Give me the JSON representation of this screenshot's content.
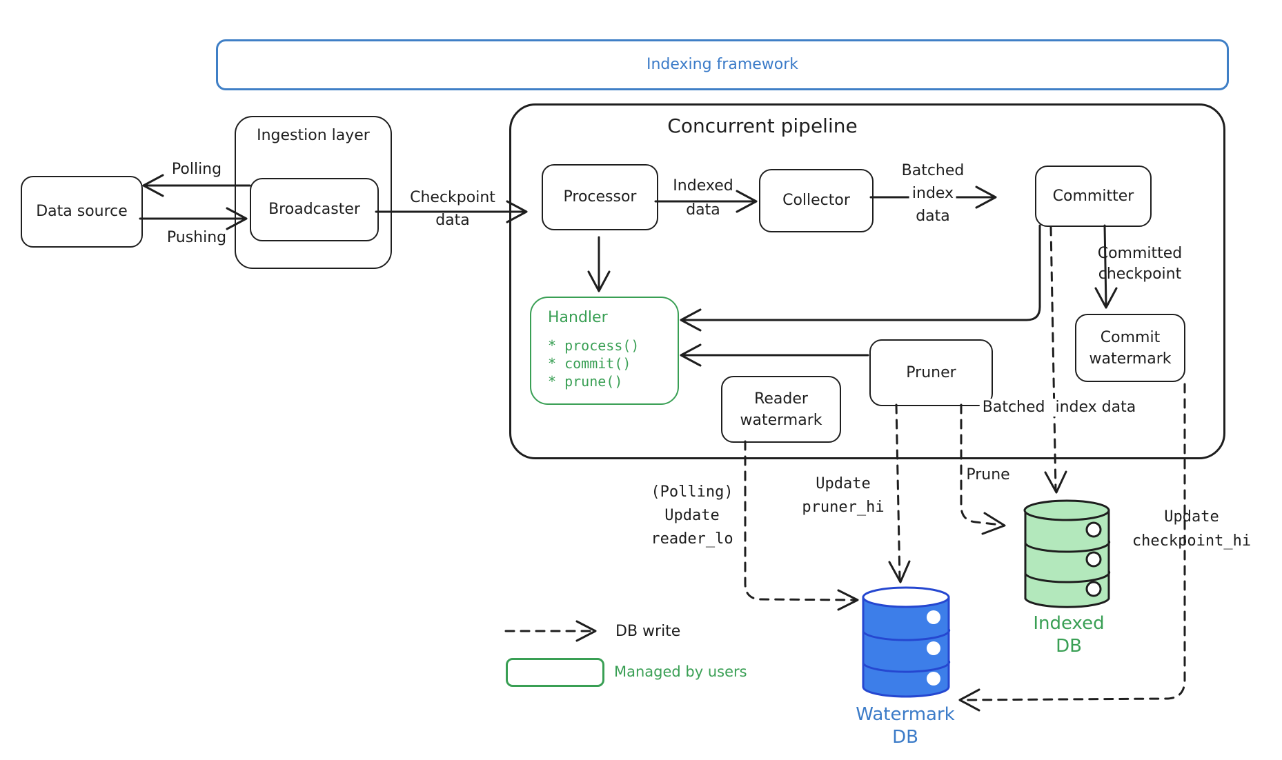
{
  "framework": {
    "title": "Indexing framework"
  },
  "nodes": {
    "data_source": "Data source",
    "ingestion_layer": "Ingestion layer",
    "broadcaster": "Broadcaster",
    "concurrent_pipeline": "Concurrent pipeline",
    "processor": "Processor",
    "collector": "Collector",
    "committer": "Committer",
    "handler": {
      "title": "Handler",
      "methods": [
        "* process()",
        "* commit()",
        "* prune()"
      ]
    },
    "reader_watermark": [
      "Reader",
      "watermark"
    ],
    "pruner": "Pruner",
    "commit_watermark": [
      "Commit",
      "watermark"
    ]
  },
  "edge_labels": {
    "polling": "Polling",
    "pushing": "Pushing",
    "checkpoint_data": [
      "Checkpoint",
      "data"
    ],
    "indexed_data": [
      "Indexed",
      "data"
    ],
    "batched_index_top": [
      "Batched",
      "index",
      "data"
    ],
    "committed_checkpoint": [
      "Committed",
      "checkpoint"
    ],
    "batched_index_bottom": [
      "Batched",
      "index data"
    ],
    "prune": "Prune",
    "update_pruner_hi": [
      "Update",
      "pruner_hi"
    ],
    "update_reader_lo": [
      "(Polling)",
      "Update",
      "reader_lo"
    ],
    "update_checkpoint_hi": [
      "Update",
      "checkpoint_hi"
    ]
  },
  "databases": {
    "watermark_db": [
      "Watermark",
      "DB"
    ],
    "indexed_db": [
      "Indexed",
      "DB"
    ]
  },
  "legend": {
    "db_write": "DB write",
    "managed_by_users": "Managed by users"
  },
  "colors": {
    "stroke_black": "#1e1e1e",
    "accent_blue": "#3b7bc8",
    "accent_green": "#399f54",
    "watermark_db_fill": "#3d7ee9",
    "watermark_db_stroke": "#2547d0",
    "indexed_db_fill": "#b3e8bc"
  }
}
